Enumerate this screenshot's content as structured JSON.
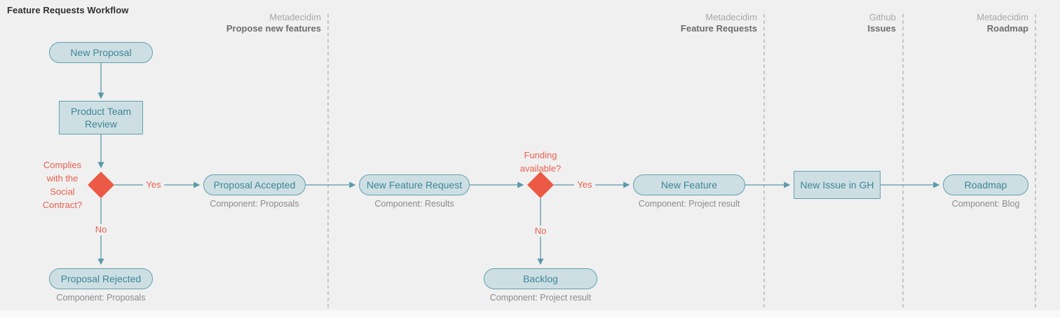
{
  "title": "Feature Requests Workflow",
  "lanes": [
    {
      "org": "Metadecidim",
      "name": "Propose new features"
    },
    {
      "org": "Metadecidim",
      "name": "Feature Requests"
    },
    {
      "org": "Github",
      "name": "Issues"
    },
    {
      "org": "Metadecidim",
      "name": "Roadmap"
    }
  ],
  "nodes": {
    "new_proposal": {
      "label": "New Proposal"
    },
    "product_team_review": {
      "label": "Product Team Review"
    },
    "proposal_accepted": {
      "label": "Proposal Accepted",
      "component": "Component: Proposals"
    },
    "new_feature_request": {
      "label": "New Feature Request",
      "component": "Component: Results"
    },
    "new_feature": {
      "label": "New Feature",
      "component": "Component: Project result"
    },
    "new_issue_in_gh": {
      "label": "New Issue in GH"
    },
    "roadmap": {
      "label": "Roadmap",
      "component": "Component: Blog"
    },
    "proposal_rejected": {
      "label": "Proposal Rejected",
      "component": "Component: Proposals"
    },
    "backlog": {
      "label": "Backlog",
      "component": "Component: Project result"
    }
  },
  "decisions": {
    "social_contract": {
      "question": "Complies with the Social Contract?",
      "yes_label": "Yes",
      "no_label": "No"
    },
    "funding": {
      "question": "Funding available?",
      "yes_label": "Yes",
      "no_label": "No"
    }
  },
  "colors": {
    "background": "#f0f0f0",
    "node_fill": "#cddfe3",
    "node_border": "#62a0af",
    "node_text": "#3e8598",
    "connector": "#5b9aa9",
    "decision_diamond": "#ec5a45",
    "decision_text": "#e9604e",
    "lane_separator": "#c6c6c6",
    "component_text": "#8b8b8b"
  }
}
